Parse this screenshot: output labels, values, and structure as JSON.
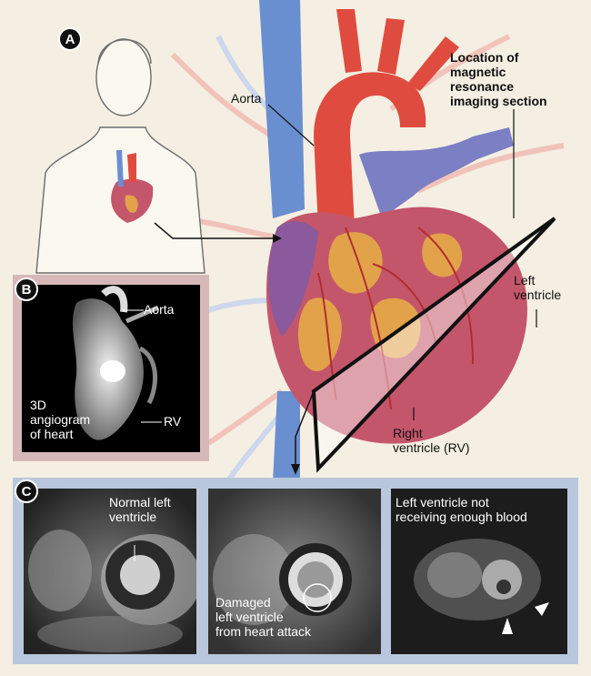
{
  "panels": {
    "a": {
      "letter": "A"
    },
    "b": {
      "letter": "B"
    },
    "c": {
      "letter": "C"
    }
  },
  "labels": {
    "location_line1": "Location of",
    "location_line2": "magnetic",
    "location_line3": "resonance",
    "location_line4": "imaging section",
    "aorta": "Aorta",
    "left_ventricle_line1": "Left",
    "left_ventricle_line2": "ventricle",
    "right_ventricle_line1": "Right",
    "right_ventricle_line2": "ventricle (RV)"
  },
  "angiogram": {
    "aorta": "Aorta",
    "rv": "RV",
    "caption_line1": "3D",
    "caption_line2": "angiogram",
    "caption_line3": "of heart"
  },
  "mri": {
    "normal_line1": "Normal left",
    "normal_line2": "ventricle",
    "damaged_line1": "Damaged",
    "damaged_line2": "left ventricle",
    "damaged_line3": "from heart attack",
    "ischemic_line1": "Left ventricle not",
    "ischemic_line2": "receiving enough blood"
  },
  "colors": {
    "background": "#f4efe2",
    "panel_b_frame": "#d7b8b8",
    "panel_c_frame": "#b9c7dc",
    "artery": "#d8473f",
    "vein": "#5b7fc4",
    "myocardium": "#c0596a",
    "fat": "#e2a24a"
  }
}
